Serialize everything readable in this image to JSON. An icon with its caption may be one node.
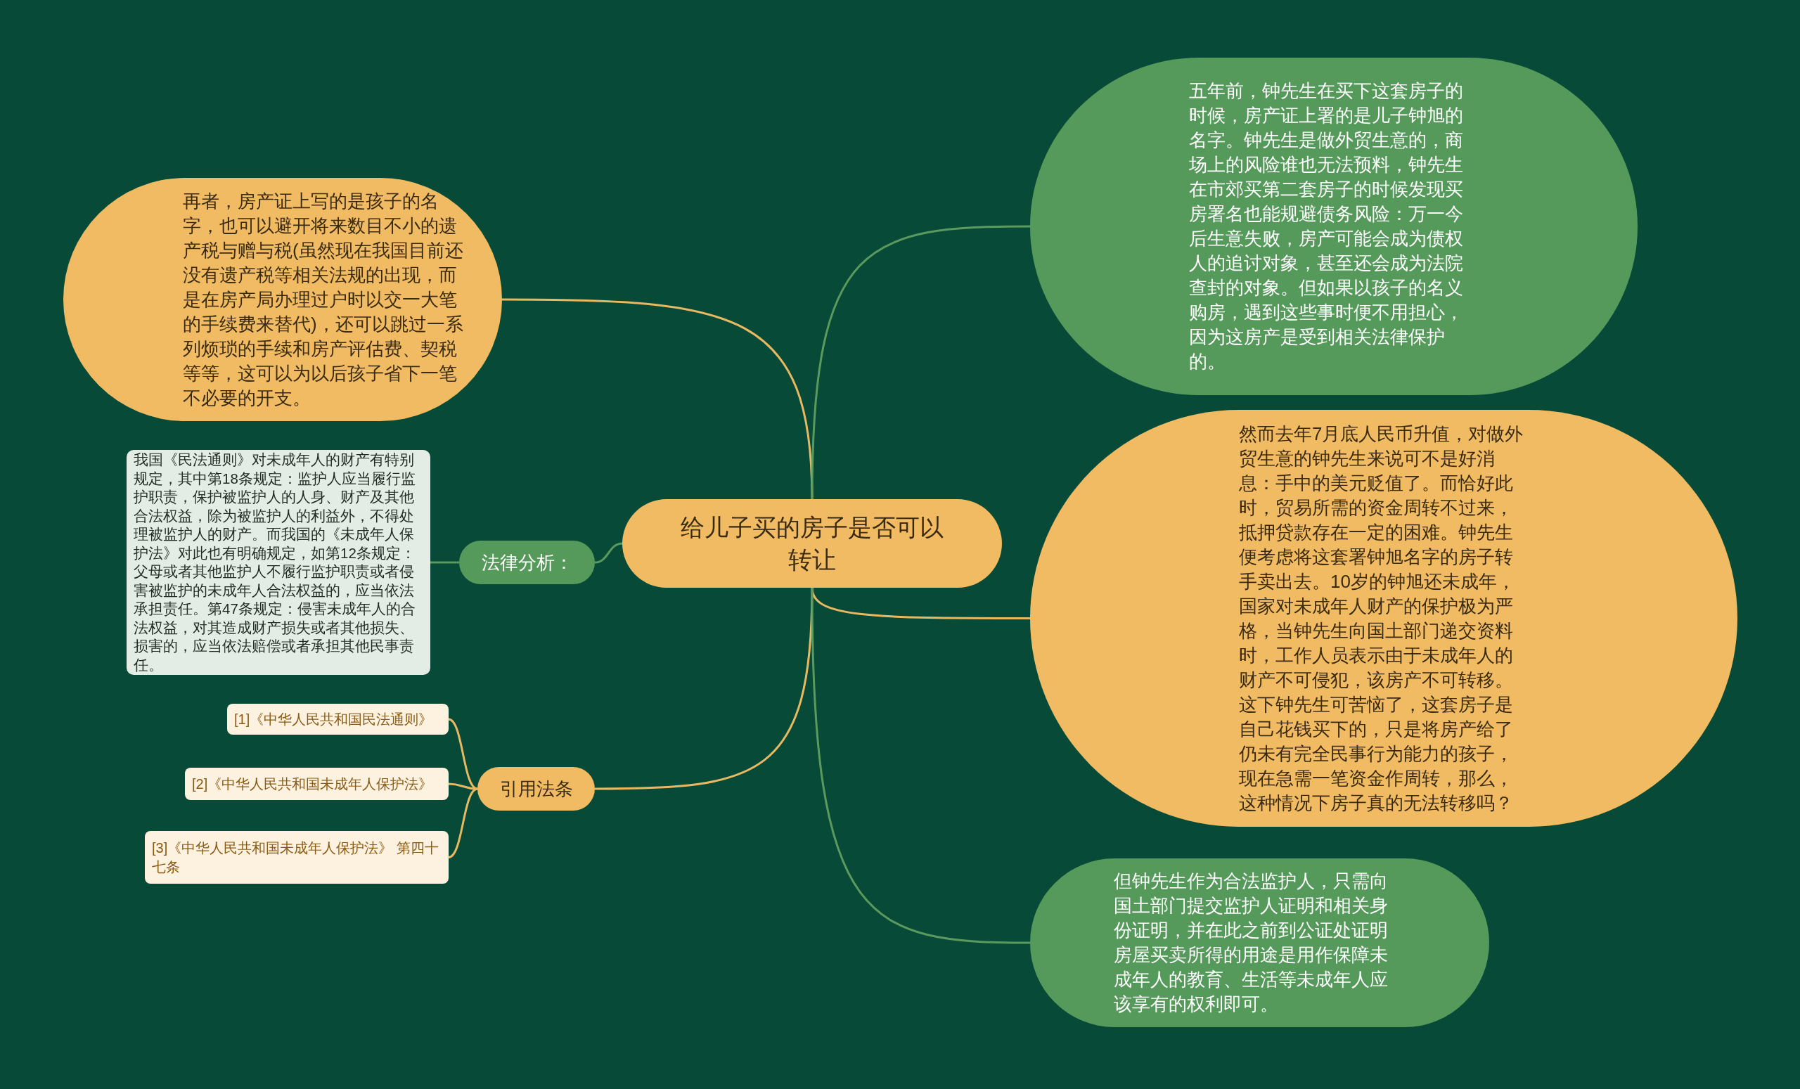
{
  "diagram": {
    "nodes": [
      {
        "text": [
          "给儿子买的房子是否可以转让"
        ]
      },
      {
        "text": [
          "再者，房产证上写的是孩子的名字，也可以避开将来数目不小的遗产税与赠与税(虽然现在我国目前还没有遗产税等相关法规的出现，而是在房产局办理过户时以交一大笔的手续费来替代)，还可以跳过一系列烦琐的手续和房产评估费、契税等等，这可以为以后孩子省下一笔不必要的开支。"
        ]
      },
      {
        "text": [
          "法律分析："
        ]
      },
      {
        "text": [
          "我国《民法通则》对未成年人的财产有特别规定，其中第18条规定：监护人应当履行监护职责，保护被监护人的人身、财产及其他合法权益，除为被监护人的利益外，不得处理被监护人的财产。而我国的《未成年人保护法》对此也有明确规定，如第12条规定：父母或者其他监护人不履行监护职责或者侵害被监护的未成年人合法权益的，应当依法承担责任。第47条规定：侵害未成年人的合法权益，对其造成财产损失或者其他损失、损害的，应当依法赔偿或者承担其他民事责任。"
        ]
      },
      {
        "text": [
          "引用法条"
        ]
      },
      {
        "text": [
          "[1]《中华人民共和国民法通则》"
        ]
      },
      {
        "text": [
          "[2]《中华人民共和国未成年人保护法》"
        ]
      },
      {
        "text": [
          "[3]《中华人民共和国未成年人保护法》 第四十七条"
        ]
      },
      {
        "text": [
          "五年前，钟先生在买下这套房子的时候，房产证上署的是儿子钟旭的名字。钟先生是做外贸生意的，商场上的风险谁也无法预料，钟先生在市郊买第二套房子的时候发现买房署名也能规避债务风险：万一今后生意失败，房产可能会成为债权人的追讨对象，甚至还会成为法院查封的对象。但如果以孩子的名义购房，遇到这些事时便不用担心，因为这房产是受到相关法律保护的。"
        ]
      },
      {
        "text": [
          "然而去年7月底人民币升值，对做外贸生意的钟先生来说可不是好消息：手中的美元贬值了。而恰好此时，贸易所需的资金周转不过来，抵押贷款存在一定的困难。钟先生便考虑将这套署钟旭名字的房子转手卖出去。10岁的钟旭还未成年，国家对未成年人财产的保护极为严格，当钟先生向国土部门递交资料时，工作人员表示由于未成年人的财产不可侵犯，该房产不可转移。这下钟先生可苦恼了，这套房子是自己花钱买下的，只是将房产给了仍未有完全民事行为能力的孩子，现在急需一笔资金作周转，那么，这种情况下房子真的无法转移吗？"
        ]
      },
      {
        "text": [
          "但钟先生作为合法监护人，只需向国土部门提交监护人证明和相关身份证明，并在此之前到公证处证明房屋买卖所得的用途是用作保障未成年人的教育、生活等未成年人应该享有的权利即可。"
        ]
      }
    ],
    "edges": [
      {
        "from": 0,
        "to": 1,
        "arrow": "none"
      },
      {
        "from": 0,
        "to": 2,
        "arrow": "none",
        "color": "#5a9a5e"
      },
      {
        "from": 2,
        "to": 3,
        "arrow": "none",
        "color": "#5a9a5e"
      },
      {
        "from": 0,
        "to": 4,
        "arrow": "none"
      },
      {
        "from": 4,
        "to": 5,
        "arrow": "none"
      },
      {
        "from": 4,
        "to": 6,
        "arrow": "none"
      },
      {
        "from": 4,
        "to": 7,
        "arrow": "none"
      },
      {
        "from": 0,
        "to": 8,
        "arrow": "none",
        "color": "#5a9a5e"
      },
      {
        "from": 0,
        "to": 9,
        "arrow": "none"
      },
      {
        "from": 0,
        "to": 10,
        "arrow": "none",
        "color": "#5a9a5e"
      }
    ]
  }
}
